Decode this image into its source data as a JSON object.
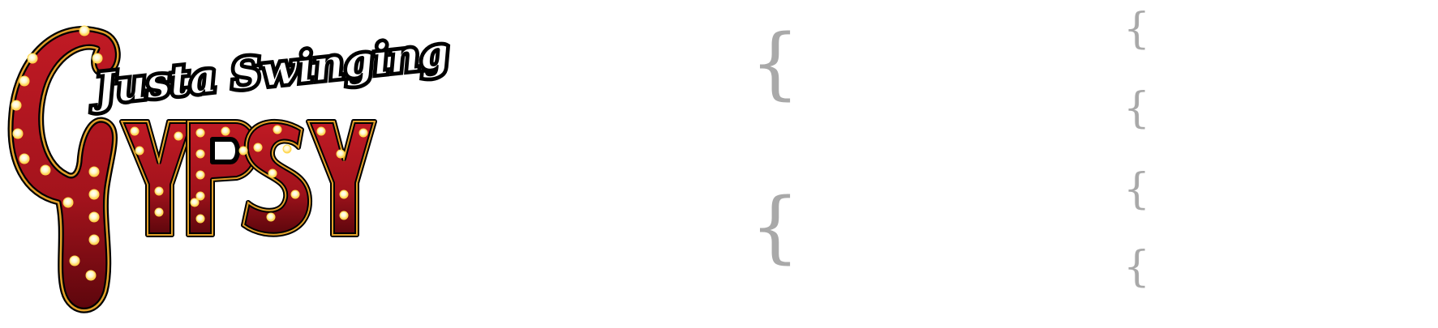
{
  "logo": {
    "script_text": "Justa Swinging",
    "big_initial": "G",
    "main_text": "YPSY",
    "colors": {
      "letter_fill": "#a3131c",
      "letter_fill_dark": "#5c060c",
      "outline_gold": "#e2a12a",
      "outline_black": "#000000",
      "bulb": "#fff6c8",
      "bulb_glow": "#ffd84a",
      "script_fill": "#ffffff"
    }
  },
  "braces": {
    "column_a": [
      "{",
      "{"
    ],
    "column_b": [
      "{",
      "{",
      "{",
      "{"
    ],
    "color": "#a9a9a9"
  }
}
